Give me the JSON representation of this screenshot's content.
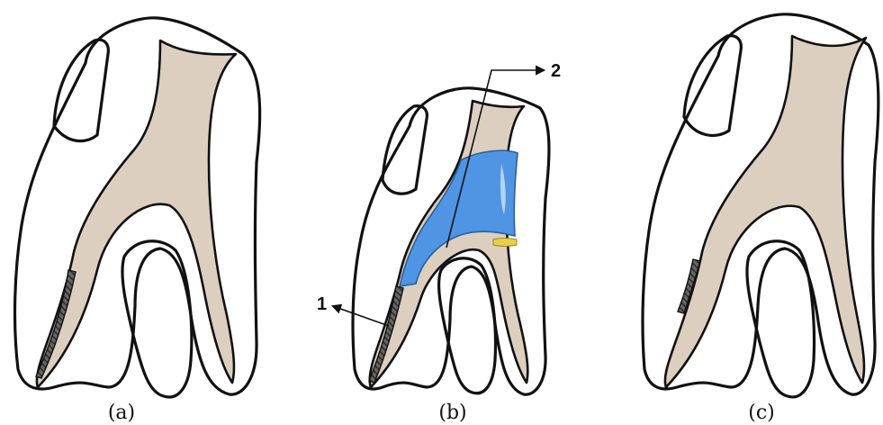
{
  "panels": {
    "a": {
      "caption": "(a)"
    },
    "b": {
      "caption": "(b)",
      "marker_1": "1",
      "marker_2": "2"
    },
    "c": {
      "caption": "(c)"
    }
  },
  "colors": {
    "pulp": "#dccfc0",
    "filling": "#4f95e3",
    "filling_highlight": "#bfd9f7",
    "liner": "#e8cf4a",
    "instrument": "#555555",
    "enamel_tint_b": "#fdf4f1",
    "outline": "#111111"
  }
}
